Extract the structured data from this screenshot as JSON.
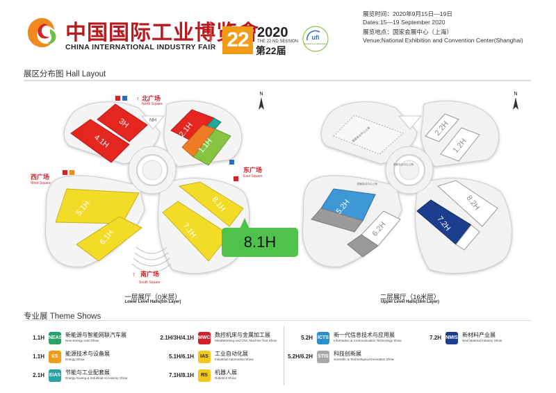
{
  "header": {
    "logo_cn": "中国国际工业博览會",
    "logo_en": "CHINA INTERNATIONAL INDUSTRY FAIR",
    "session_number": "22",
    "year": "2020",
    "session_en": "THE 22 ND SESSION",
    "session_cn": "第22届",
    "ufi_label": "ufi",
    "ufi_sub": "Approved International Event",
    "info": {
      "date_cn": "展览时间：2020年9月15日—19日",
      "date_en": "Dates:15—19 September 2020",
      "venue_cn": "展览地点：国家会展中心（上海）",
      "venue_en": "Venue:National Exhibition and Convention Center(Shanghai)"
    }
  },
  "hall_layout_title": "展区分布图 Hall Layout",
  "map": {
    "north_marker": "N",
    "squares": {
      "north_cn": "北广场",
      "north_en": "North Square",
      "west_cn": "西广场",
      "west_en": "West Square",
      "east_cn": "东广场",
      "east_en": "East Square",
      "south_cn": "南广场",
      "south_en": "South Square"
    },
    "lower_halls": [
      "3H",
      "4.1H",
      "2.1H",
      "1.1H",
      "5.1H",
      "6.1H",
      "8.1H",
      "7.1H"
    ],
    "nh_label": "NH",
    "upper_halls": [
      "2.2H",
      "1.2H",
      "5.2H",
      "6.2H",
      "8.2H",
      "7.2H"
    ],
    "upper_annotations": [
      "国家会议中心上海",
      "国家会议中心上海",
      "国家会议中心上海"
    ],
    "callout": "8.1H",
    "colors": {
      "red": "#e5251f",
      "teal": "#24a89a",
      "orange": "#ef7c24",
      "green": "#86c441",
      "yellow": "#f3dc28",
      "blue": "#3f97d6",
      "navy": "#1b3f8c",
      "gray_hall": "#9a9a9a",
      "callout_green": "#4ec24a"
    },
    "lower_floor_cn": "一层展厅（0米层）",
    "lower_floor_en": "Lower Level Halls(0m Layer)",
    "upper_floor_cn": "二层展厅（16米层）",
    "upper_floor_en": "Upper Level Halls(16m Layer)"
  },
  "theme_shows_title": "专业展 Theme Shows",
  "theme_shows": [
    {
      "hall": "1.1H",
      "icon": "NEAS",
      "cn": "新能源与智能网联汽车展",
      "en": "New Energy Auto Show"
    },
    {
      "hall": "1.1H",
      "icon": "ES",
      "cn": "能源技术与设备展",
      "en": "Energy Show"
    },
    {
      "hall": "2.1H",
      "icon": "EIAS",
      "cn": "节能与工业配套展",
      "en": "Energy-Saving & Industrial Accessory Show"
    },
    {
      "hall": "2.1H/3H/4.1H",
      "icon": "MWCS",
      "cn": "数控机床与金属加工展",
      "en": "MetalWorking and CNC Machine Tool Show"
    },
    {
      "hall": "5.1H/6.1H",
      "icon": "IAS",
      "cn": "工业自动化展",
      "en": "Industrial Automation Show"
    },
    {
      "hall": "7.1H/8.1H",
      "icon": "RS",
      "cn": "机器人展",
      "en": "Robotics Show"
    },
    {
      "hall": "5.2H",
      "icon": "ICTS",
      "cn": "新一代信息技术与应用展",
      "en": "Information & Communication Technology Show"
    },
    {
      "hall": "5.2H/6.2H",
      "icon": "STIS",
      "cn": "科技创新展",
      "en": "Scientific & Technological Innovation Show"
    },
    {
      "hall": "7.2H",
      "icon": "NMIS",
      "cn": "新材料产业展",
      "en": "New Material Industry Show"
    }
  ]
}
